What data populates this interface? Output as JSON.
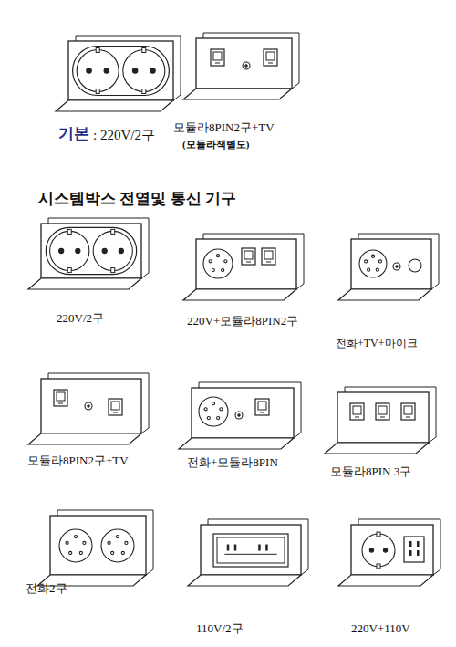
{
  "diagram": {
    "title": "시스템박스 전열및 통신 기구",
    "labels": [
      "기본",
      ": 220V/2구",
      "모듈라8PIN2구+TV",
      "(모듈라잭별도)",
      "220V/2구",
      "220V+모듈라8PIN2구",
      "전화+TV+마이크",
      "모듈라8PIN2구+TV",
      "전화+모듈라8PIN",
      "모듈라8PIN 3구",
      "전화2구",
      "110V/2구",
      "220V+110V"
    ]
  }
}
